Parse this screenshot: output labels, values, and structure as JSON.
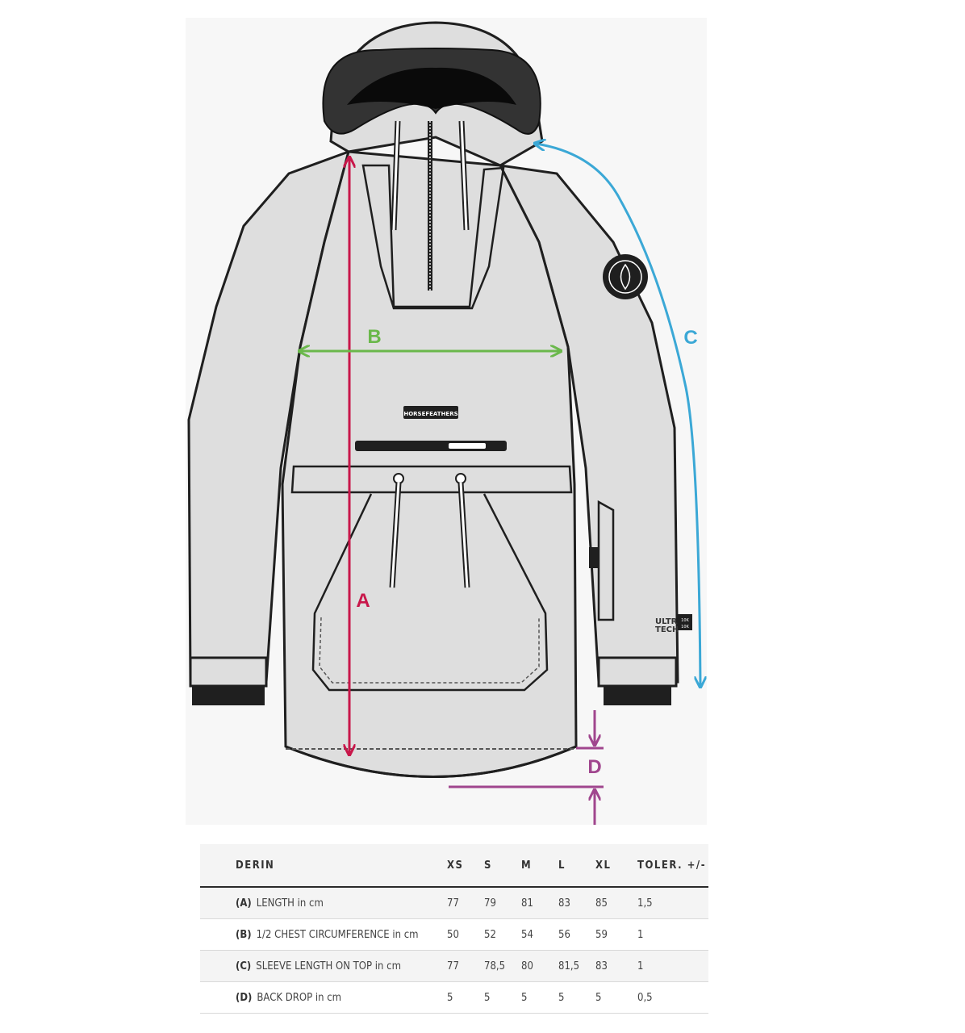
{
  "diagram": {
    "labels": {
      "a": "A",
      "b": "B",
      "c": "C",
      "d": "D"
    },
    "patch_text": "HORSEFEATHERS",
    "tech_label_top": "ULTRA",
    "tech_label_bottom": "TECH",
    "tech_badge_top": "10K",
    "tech_badge_bottom": "10K",
    "colors": {
      "a": "#c8174a",
      "b": "#6ab84b",
      "c": "#3ba8d6",
      "d": "#a0468e",
      "jacket_fill": "#dedede",
      "outline": "#1f1f1f"
    }
  },
  "table": {
    "header": {
      "name": "DERIN",
      "sizes": [
        "XS",
        "S",
        "M",
        "L",
        "XL"
      ],
      "tolerance": "TOLER. +/-"
    },
    "rows": [
      {
        "code": "(A)",
        "label": "LENGTH in cm",
        "values": [
          "77",
          "79",
          "81",
          "83",
          "85"
        ],
        "tolerance": "1,5"
      },
      {
        "code": "(B)",
        "label": "1/2 CHEST CIRCUMFERENCE in cm",
        "values": [
          "50",
          "52",
          "54",
          "56",
          "59"
        ],
        "tolerance": "1"
      },
      {
        "code": "(C)",
        "label": "SLEEVE LENGTH ON TOP in cm",
        "values": [
          "77",
          "78,5",
          "80",
          "81,5",
          "83"
        ],
        "tolerance": "1"
      },
      {
        "code": "(D)",
        "label": "BACK DROP in cm",
        "values": [
          "5",
          "5",
          "5",
          "5",
          "5"
        ],
        "tolerance": "0,5"
      }
    ]
  }
}
